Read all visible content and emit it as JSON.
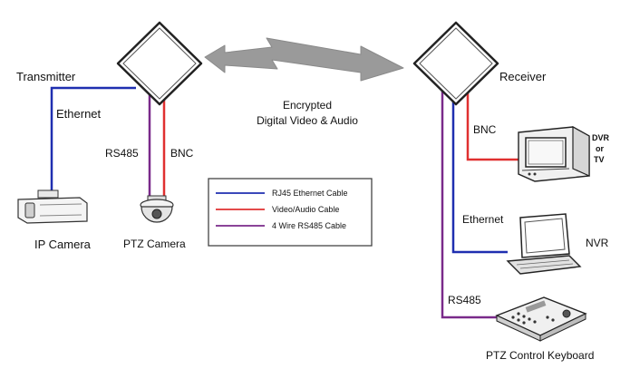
{
  "labels": {
    "transmitter": "Transmitter",
    "receiver": "Receiver",
    "ethernet_left": "Ethernet",
    "rs485_left": "RS485",
    "bnc_left": "BNC",
    "ip_camera": "IP Camera",
    "ptz_camera": "PTZ Camera",
    "link_line1": "Encrypted",
    "link_line2": "Digital Video & Audio",
    "bnc_right": "BNC",
    "dvr_line1": "DVR",
    "dvr_line2": "or",
    "dvr_line3": "TV",
    "ethernet_right": "Ethernet",
    "nvr": "NVR",
    "rs485_right": "RS485",
    "ptz_keyboard": "PTZ Control Keyboard"
  },
  "legend": [
    {
      "label": "RJ45 Ethernet Cable",
      "color": "#1f2fb0"
    },
    {
      "label": "Video/Audio Cable",
      "color": "#e03030"
    },
    {
      "label": "4 Wire RS485 Cable",
      "color": "#7a2a8a"
    }
  ],
  "colors": {
    "ethernet": "#1f2fb0",
    "video": "#e03030",
    "rs485": "#7a2a8a",
    "antenna_outline": "#222222",
    "wireless_arrow": "#9a9a9a"
  },
  "icons": {
    "transmitter": "antenna-panel-icon",
    "receiver": "antenna-panel-icon",
    "ip_camera": "ip-camera-icon",
    "ptz_camera": "dome-camera-icon",
    "dvr": "monitor-icon",
    "nvr": "laptop-icon",
    "keyboard": "ptz-keyboard-icon",
    "wireless_link": "lightning-arrow-icon"
  }
}
